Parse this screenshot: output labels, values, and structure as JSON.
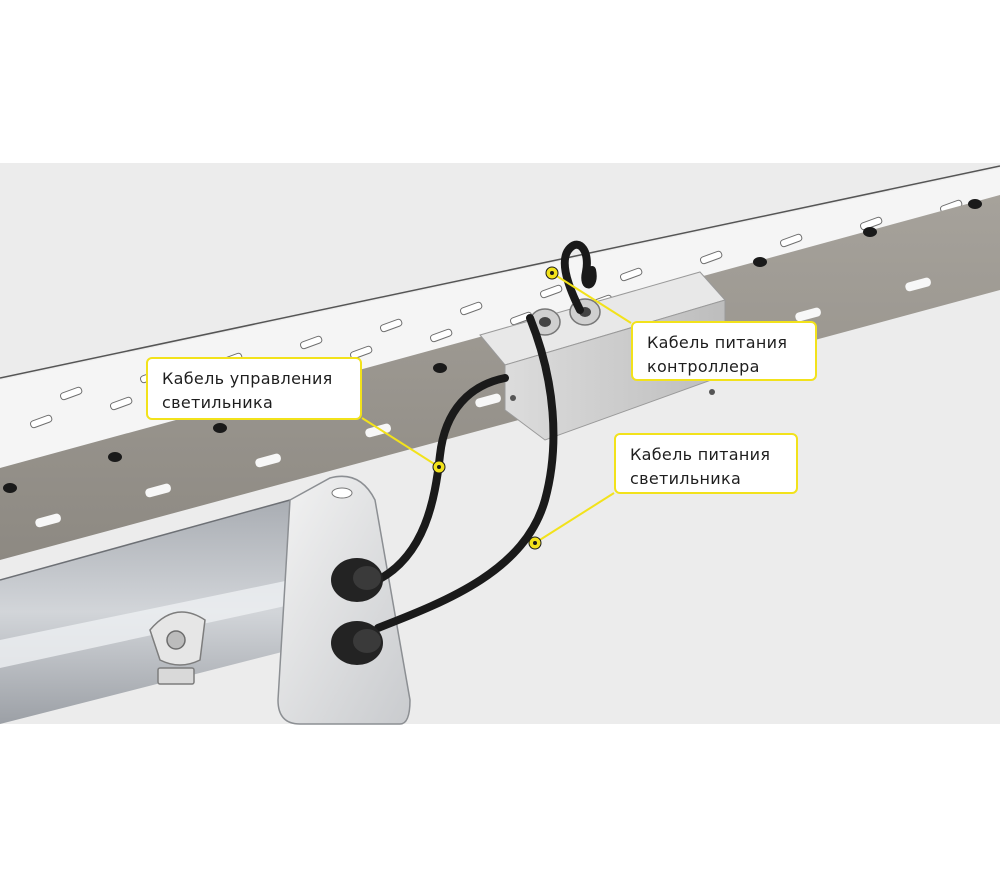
{
  "callouts": {
    "controller_power": {
      "line1": "Кабель питания",
      "line2": "контроллера"
    },
    "lamp_control": {
      "line1": "Кабель управления",
      "line2": "светильника"
    },
    "lamp_power": {
      "line1": "Кабель питания",
      "line2": "светильника"
    }
  },
  "colors": {
    "callout_border": "#f2e21b",
    "cable": "#1a1a1a",
    "tray": "#9a968f",
    "tray_top": "#f2f2f2",
    "housing": "#b8bcc2"
  },
  "icons": {
    "marker": "yellow-ring-marker",
    "gland": "cable-gland-icon",
    "latch": "latch-clip-icon"
  }
}
